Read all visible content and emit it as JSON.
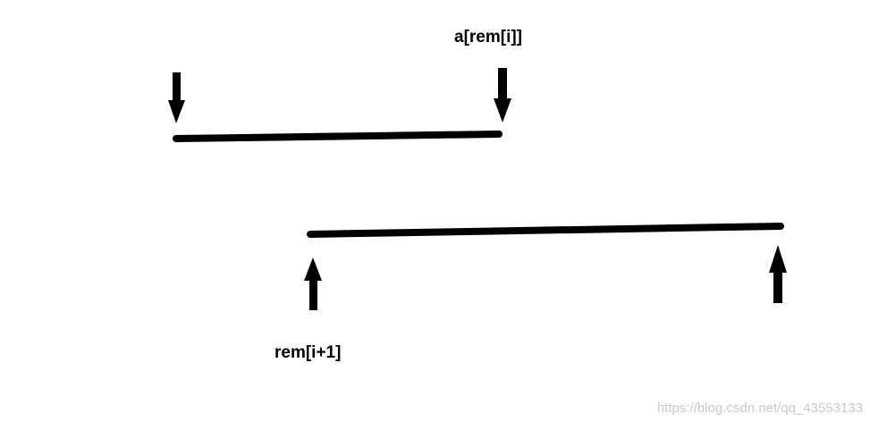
{
  "labels": {
    "top": "a[rem[i]]",
    "bottom": "rem[i+1]"
  },
  "watermark": "https://blog.csdn.net/qq_43553133",
  "colors": {
    "stroke": "#000000",
    "background": "#ffffff",
    "watermark": "#c9c9c9"
  }
}
